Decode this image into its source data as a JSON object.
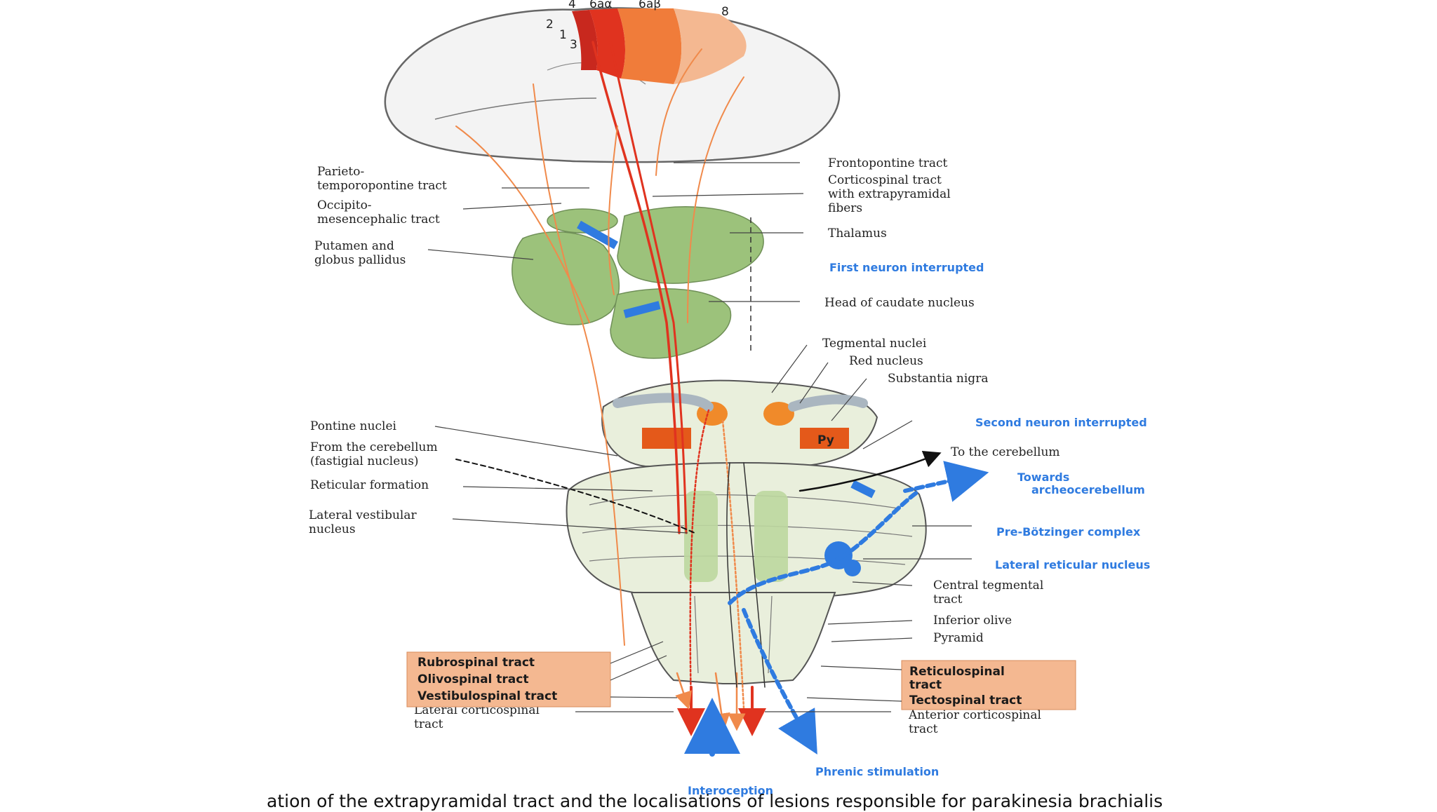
{
  "colors": {
    "accent_blue": "#2f7be0",
    "tract_red": "#e8552c",
    "tract_orange": "#f08a4b",
    "tissue_green": "#9cc27b",
    "box_fill": "#f4b891"
  },
  "cortex_areas": [
    "4",
    "6aα",
    "6aβ",
    "8",
    "2",
    "1",
    "3"
  ],
  "labels_left": [
    "Parieto-",
    "temporopontine tract",
    "Occipito-",
    "mesencephalic tract",
    "Putamen and",
    "globus pallidus",
    "Pontine nuclei",
    "From the cerebellum",
    "(fastigial nucleus)",
    "Reticular formation",
    "Lateral vestibular",
    "nucleus",
    "Lateral corticospinal",
    "tract"
  ],
  "labels_right": [
    "Frontopontine tract",
    "Corticospinal tract",
    "with extrapyramidal",
    "fibers",
    "Thalamus",
    "Head of caudate nucleus",
    "Tegmental nuclei",
    "Red nucleus",
    "Substantia nigra",
    "To the cerebellum",
    "Central tegmental",
    "tract",
    "Inferior olive",
    "Pyramid",
    "Anterior corticospinal",
    "tract"
  ],
  "labels_blue": [
    "First neuron interrupted",
    "Second neuron interrupted",
    "Towards",
    "archeocerebellum",
    "Pre-Bötzinger complex",
    "Lateral reticular nucleus",
    "Phrenic stimulation",
    "Interoception"
  ],
  "box_left": [
    "Rubrospinal tract",
    "Olivospinal tract",
    "Vestibulospinal tract"
  ],
  "box_right": [
    "Reticulospinal",
    "tract",
    "Tectospinal tract"
  ],
  "py_label": "Py",
  "caption": "ation of the extrapyramidal tract and the localisations of lesions responsible for parakinesia brachialis"
}
